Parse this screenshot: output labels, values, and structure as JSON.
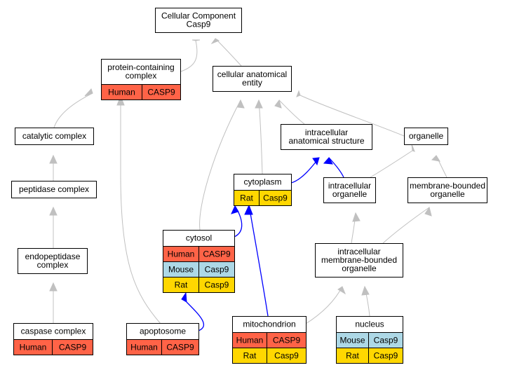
{
  "colors": {
    "human": "#ff6347",
    "mouse": "#add8e6",
    "rat": "#ffd700",
    "is_a_edge": "#c0c0c0",
    "part_of_edge": "#0000ff"
  },
  "nodes": {
    "root": {
      "lines": [
        "Cellular Component",
        "Casp9"
      ]
    },
    "protein_complex": {
      "lines": [
        "protein-containing",
        "complex"
      ],
      "annotations": [
        [
          "Human",
          "CASP9"
        ]
      ]
    },
    "cellular_anatomical_entity": {
      "lines": [
        "cellular anatomical",
        "entity"
      ]
    },
    "catalytic_complex": {
      "lines": [
        "catalytic complex"
      ]
    },
    "intracellular_anatomical_structure": {
      "lines": [
        "intracellular",
        "anatomical structure"
      ]
    },
    "organelle": {
      "lines": [
        "organelle"
      ]
    },
    "peptidase_complex": {
      "lines": [
        "peptidase complex"
      ]
    },
    "cytoplasm": {
      "lines": [
        "cytoplasm"
      ],
      "annotations": [
        [
          "Rat",
          "Casp9"
        ]
      ]
    },
    "intracellular_organelle": {
      "lines": [
        "intracellular",
        "organelle"
      ]
    },
    "membrane_bounded_organelle": {
      "lines": [
        "membrane-bounded",
        "organelle"
      ]
    },
    "cytosol": {
      "lines": [
        "cytosol"
      ],
      "annotations": [
        [
          "Human",
          "CASP9"
        ],
        [
          "Mouse",
          "Casp9"
        ],
        [
          "Rat",
          "Casp9"
        ]
      ]
    },
    "endopeptidase_complex": {
      "lines": [
        "endopeptidase",
        "complex"
      ]
    },
    "intracellular_membrane_bounded_organelle": {
      "lines": [
        "intracellular",
        "membrane-bounded",
        "organelle"
      ]
    },
    "caspase_complex": {
      "lines": [
        "caspase complex"
      ],
      "annotations": [
        [
          "Human",
          "CASP9"
        ]
      ]
    },
    "apoptosome": {
      "lines": [
        "apoptosome"
      ],
      "annotations": [
        [
          "Human",
          "CASP9"
        ]
      ]
    },
    "mitochondrion": {
      "lines": [
        "mitochondrion"
      ],
      "annotations": [
        [
          "Human",
          "CASP9"
        ],
        [
          "Rat",
          "Casp9"
        ]
      ]
    },
    "nucleus": {
      "lines": [
        "nucleus"
      ],
      "annotations": [
        [
          "Mouse",
          "Casp9"
        ],
        [
          "Rat",
          "Casp9"
        ]
      ]
    }
  },
  "edges": [
    {
      "from": "protein_complex",
      "to": "root",
      "type": "is_a"
    },
    {
      "from": "cellular_anatomical_entity",
      "to": "root",
      "type": "is_a"
    },
    {
      "from": "catalytic_complex",
      "to": "protein_complex",
      "type": "is_a"
    },
    {
      "from": "apoptosome",
      "to": "protein_complex",
      "type": "is_a"
    },
    {
      "from": "cytosol",
      "to": "cellular_anatomical_entity",
      "type": "is_a"
    },
    {
      "from": "cytoplasm",
      "to": "cellular_anatomical_entity",
      "type": "is_a"
    },
    {
      "from": "intracellular_anatomical_structure",
      "to": "cellular_anatomical_entity",
      "type": "is_a"
    },
    {
      "from": "organelle",
      "to": "cellular_anatomical_entity",
      "type": "is_a"
    },
    {
      "from": "peptidase_complex",
      "to": "catalytic_complex",
      "type": "is_a"
    },
    {
      "from": "endopeptidase_complex",
      "to": "peptidase_complex",
      "type": "is_a"
    },
    {
      "from": "caspase_complex",
      "to": "endopeptidase_complex",
      "type": "is_a"
    },
    {
      "from": "intracellular_organelle",
      "to": "organelle",
      "type": "is_a"
    },
    {
      "from": "membrane_bounded_organelle",
      "to": "organelle",
      "type": "is_a"
    },
    {
      "from": "intracellular_membrane_bounded_organelle",
      "to": "intracellular_organelle",
      "type": "is_a"
    },
    {
      "from": "intracellular_membrane_bounded_organelle",
      "to": "membrane_bounded_organelle",
      "type": "is_a"
    },
    {
      "from": "mitochondrion",
      "to": "intracellular_membrane_bounded_organelle",
      "type": "is_a"
    },
    {
      "from": "nucleus",
      "to": "intracellular_membrane_bounded_organelle",
      "type": "is_a"
    },
    {
      "from": "cytoplasm",
      "to": "intracellular_anatomical_structure",
      "type": "part_of"
    },
    {
      "from": "intracellular_organelle",
      "to": "intracellular_anatomical_structure",
      "type": "part_of"
    },
    {
      "from": "cytosol",
      "to": "cytoplasm",
      "type": "part_of"
    },
    {
      "from": "mitochondrion",
      "to": "cytoplasm",
      "type": "part_of"
    },
    {
      "from": "apoptosome",
      "to": "cytosol",
      "type": "part_of"
    }
  ]
}
